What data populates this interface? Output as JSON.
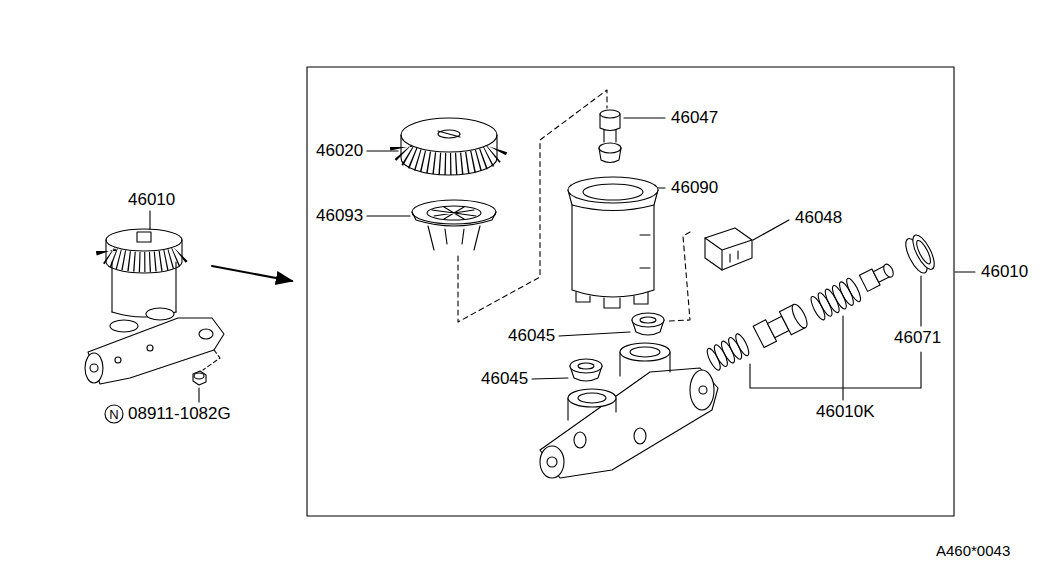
{
  "diagram": {
    "nodes": [
      {
        "text": [
          "N"
        ]
      }
    ],
    "labels": [
      "46010",
      "08911-1082G",
      "46020",
      "46093",
      "46047",
      "46090",
      "46048",
      "46010",
      "46045",
      "46045",
      "46071",
      "46010K",
      "A460*0043"
    ]
  }
}
